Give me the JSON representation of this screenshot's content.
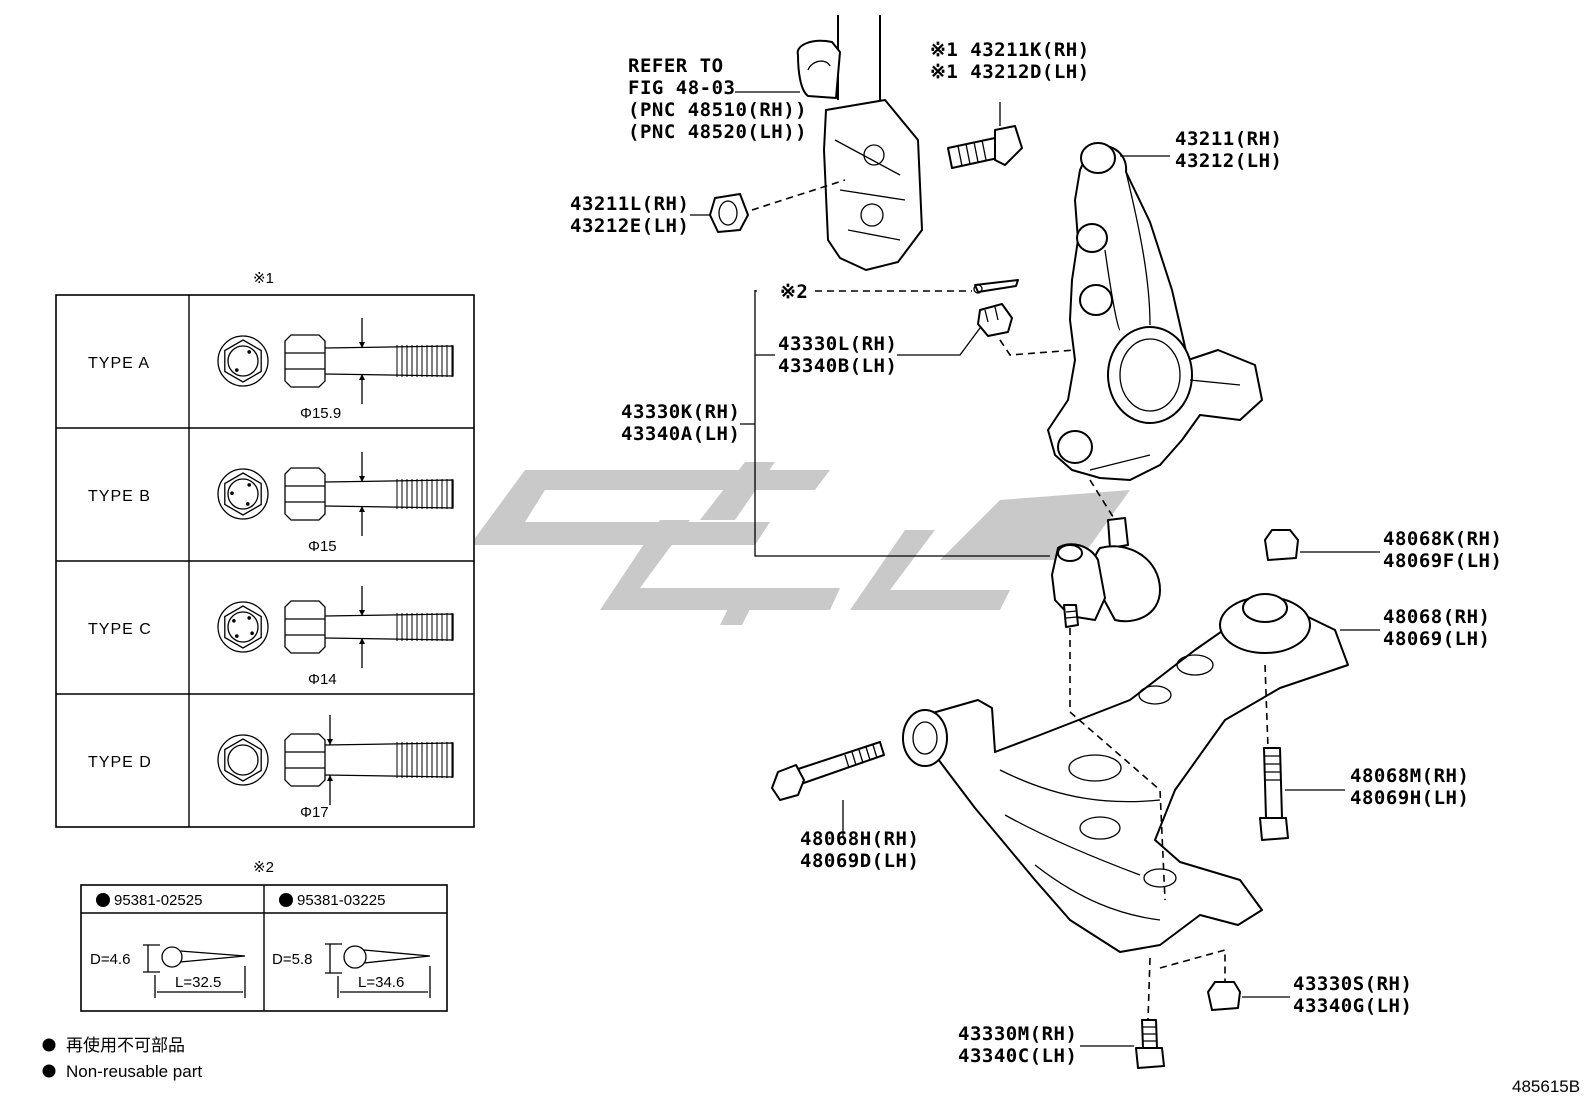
{
  "refer": {
    "line1": "REFER TO",
    "line2": "FIG 48-03",
    "line3": "(PNC 48510(RH))",
    "line4": "(PNC 48520(LH))"
  },
  "labels": {
    "bolt_rh": "※1 43211K(RH)",
    "bolt_lh": "※1 43212D(LH)",
    "knuckle_rh": "43211(RH)",
    "knuckle_lh": "43212(LH)",
    "nut_small_rh": "43211L(RH)",
    "nut_small_lh": "43212E(LH)",
    "pin_mark": "※2",
    "castle_nut_rh": "43330L(RH)",
    "castle_nut_lh": "43340B(LH)",
    "ball_joint_rh": "43330K(RH)",
    "ball_joint_lh": "43340A(LH)",
    "arm_nut_rh": "48068K(RH)",
    "arm_nut_lh": "48069F(LH)",
    "arm_rh": "48068(RH)",
    "arm_lh": "48069(LH)",
    "arm_bolt_rear_rh": "48068M(RH)",
    "arm_bolt_rear_lh": "48069H(LH)",
    "arm_bolt_front_rh": "48068H(RH)",
    "arm_bolt_front_lh": "48069D(LH)",
    "bj_nut_rh": "43330S(RH)",
    "bj_nut_lh": "43340G(LH)",
    "bj_bolt_rh": "43330M(RH)",
    "bj_bolt_lh": "43340C(LH)"
  },
  "type_table": {
    "title": "※1",
    "rows": [
      {
        "type": "TYPE  A",
        "diameter": "Φ15.9"
      },
      {
        "type": "TYPE  B",
        "diameter": "Φ15"
      },
      {
        "type": "TYPE  C",
        "diameter": "Φ14"
      },
      {
        "type": "TYPE  D",
        "diameter": "Φ17"
      }
    ]
  },
  "pin_table": {
    "title": "※2",
    "cols": [
      {
        "part": "95381-02525",
        "d": "D=4.6",
        "l": "L=32.5"
      },
      {
        "part": "95381-03225",
        "d": "D=5.8",
        "l": "L=34.6"
      }
    ]
  },
  "legend": {
    "jp": "再使用不可部品",
    "en": "Non-reusable part"
  },
  "diagram_id": "485615B"
}
